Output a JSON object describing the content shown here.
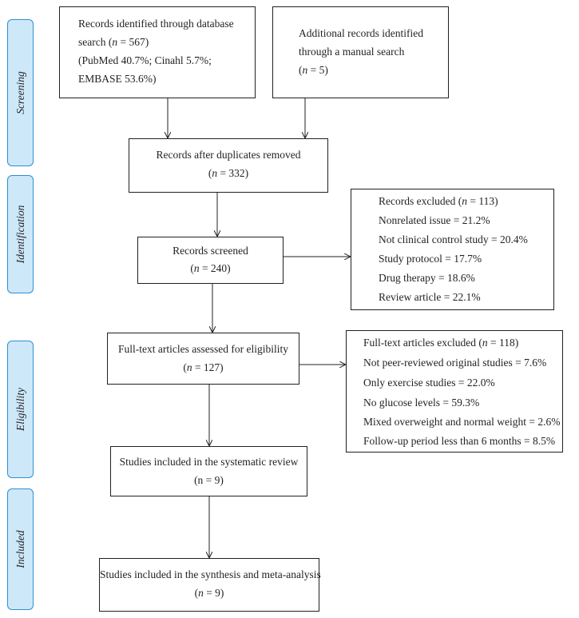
{
  "phases": [
    "Screening",
    "Identification",
    "Eligibility",
    "Included"
  ],
  "boxes": {
    "database_search": {
      "line1": "Records identified through database",
      "line2_prefix": "search (",
      "n": "n",
      "line2_suffix": " = 567)",
      "line3": "(PubMed 40.7%; Cinahl 5.7%;",
      "line4": "EMBASE 53.6%)"
    },
    "manual_search": {
      "line1": "Additional records identified",
      "line2": "through a manual search",
      "line3_prefix": "(",
      "n": "n",
      "line3_suffix": " = 5)"
    },
    "after_duplicates": {
      "line1": "Records after duplicates removed",
      "line2_prefix": "(",
      "n": "n",
      "line2_suffix": " = 332)"
    },
    "screened": {
      "line1": "Records screened",
      "line2_prefix": "(",
      "n": "n",
      "line2_suffix": " = 240)"
    },
    "records_excluded": {
      "title_prefix": "Records excluded (",
      "n": "n",
      "title_suffix": " = 113)",
      "items": [
        "Nonrelated issue = 21.2%",
        "Not clinical control study = 20.4%",
        "Study protocol = 17.7%",
        "Drug therapy = 18.6%",
        "Review article = 22.1%"
      ]
    },
    "fulltext_assessed": {
      "line1": "Full-text articles assessed for eligibility",
      "line2_prefix": "(",
      "n": "n",
      "line2_suffix": " = 127)"
    },
    "fulltext_excluded": {
      "title_prefix": "Full-text articles excluded (",
      "n": "n",
      "title_suffix": " = 118)",
      "items": [
        "Not peer-reviewed original studies = 7.6%",
        "Only exercise studies = 22.0%",
        "No glucose levels = 59.3%",
        "Mixed overweight and normal weight = 2.6%",
        "Follow-up period less than 6 months = 8.5%"
      ]
    },
    "systematic_review": {
      "line1": "Studies included in the systematic review",
      "line2": "(n = 9)"
    },
    "meta_analysis": {
      "line1": "Studies included in the synthesis and meta-analysis",
      "line2_prefix": "(",
      "n": "n",
      "line2_suffix": " = 9)"
    }
  }
}
